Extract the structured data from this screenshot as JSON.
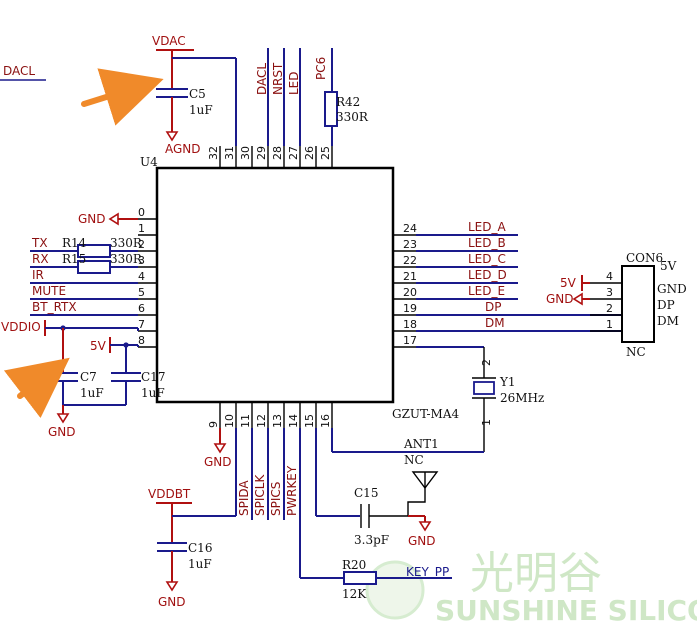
{
  "chip": {
    "ref": "U4",
    "part": "GZUT-MA4"
  },
  "power": {
    "vdac": "VDAC",
    "vddbt": "VDDBT",
    "vddio": "VDDIO",
    "agnd": "AGND",
    "gnd": "GND",
    "v5": "5V"
  },
  "caps": {
    "c5": {
      "ref": "C5",
      "value": "1uF"
    },
    "c7": {
      "ref": "C7",
      "value": "1uF"
    },
    "c17": {
      "ref": "C17",
      "value": "1uF"
    },
    "c16": {
      "ref": "C16",
      "value": "1uF"
    },
    "c15": {
      "ref": "C15",
      "value": "3.3pF"
    }
  },
  "resistors": {
    "r42": {
      "ref": "R42",
      "value": "330R"
    },
    "r14": {
      "ref": "R14",
      "value": "330R"
    },
    "r15": {
      "ref": "R15",
      "value": "330R"
    },
    "r20": {
      "ref": "R20",
      "value": "12K"
    }
  },
  "crystal": {
    "ref": "Y1",
    "value": "26MHz"
  },
  "antenna": {
    "ref": "ANT1",
    "nc": "NC"
  },
  "connector": {
    "ref": "CON6",
    "value": "5V",
    "pins": [
      "4",
      "3",
      "2",
      "1"
    ],
    "labels": [
      "GND",
      "DP",
      "DM"
    ],
    "nc": "NC"
  },
  "left_nets": [
    "TX",
    "RX",
    "IR",
    "MUTE",
    "BT_RTX"
  ],
  "top_nets": [
    "DACL",
    "NRST",
    "LED",
    "PC6"
  ],
  "right_nets": [
    "LED_A",
    "LED_B",
    "LED_C",
    "LED_D",
    "LED_E",
    "DP",
    "DM"
  ],
  "bottom_nets": [
    "SPIDA",
    "SPICLK",
    "SPICS",
    "PWRKEY"
  ],
  "key_net": "KEY_PP",
  "dacl_label": "DACL",
  "pins": {
    "top": [
      "32",
      "31",
      "30",
      "29",
      "28",
      "27",
      "26",
      "25"
    ],
    "left": [
      "0",
      "1",
      "2",
      "3",
      "4",
      "5",
      "6",
      "7",
      "8"
    ],
    "right": [
      "24",
      "23",
      "22",
      "21",
      "20",
      "19",
      "18",
      "17"
    ],
    "bottom": [
      "9",
      "10",
      "11",
      "12",
      "13",
      "14",
      "15",
      "16"
    ]
  },
  "watermark": {
    "cn": "光明谷",
    "en": "SUNSHINE SILICON"
  }
}
